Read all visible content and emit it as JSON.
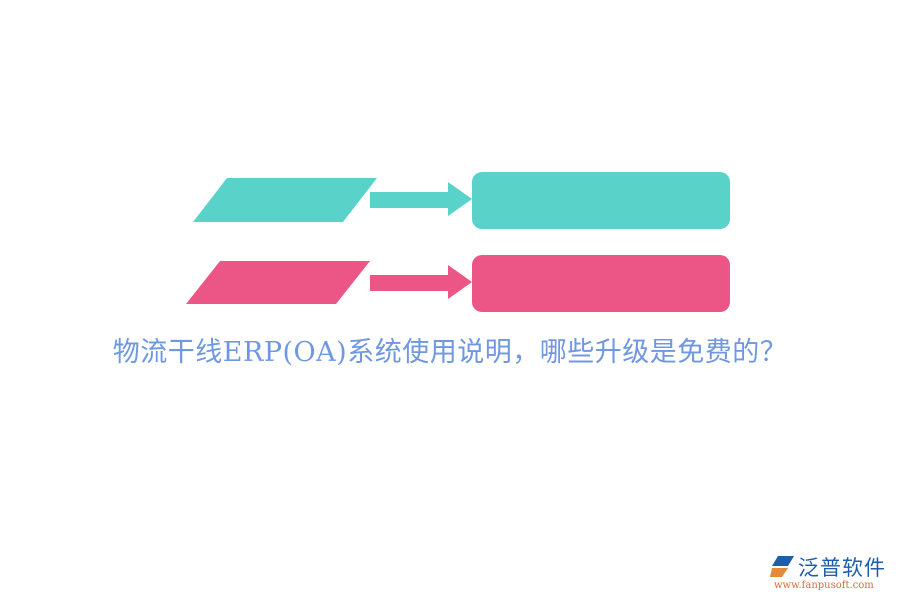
{
  "diagram": {
    "rows": [
      {
        "color": "#59d3ca",
        "shape": "parallelogram",
        "arrow": "right-arrow",
        "box": "rounded-rect",
        "label": ""
      },
      {
        "color": "#ec5687",
        "shape": "parallelogram",
        "arrow": "right-arrow",
        "box": "rounded-rect",
        "label": ""
      }
    ]
  },
  "caption": "物流干线ERP(OA)系统使用说明，哪些升级是免费的？",
  "logo": {
    "name": "泛普软件",
    "url": "www.fanpusoft.com",
    "icon": "fanpu-logo-icon"
  }
}
